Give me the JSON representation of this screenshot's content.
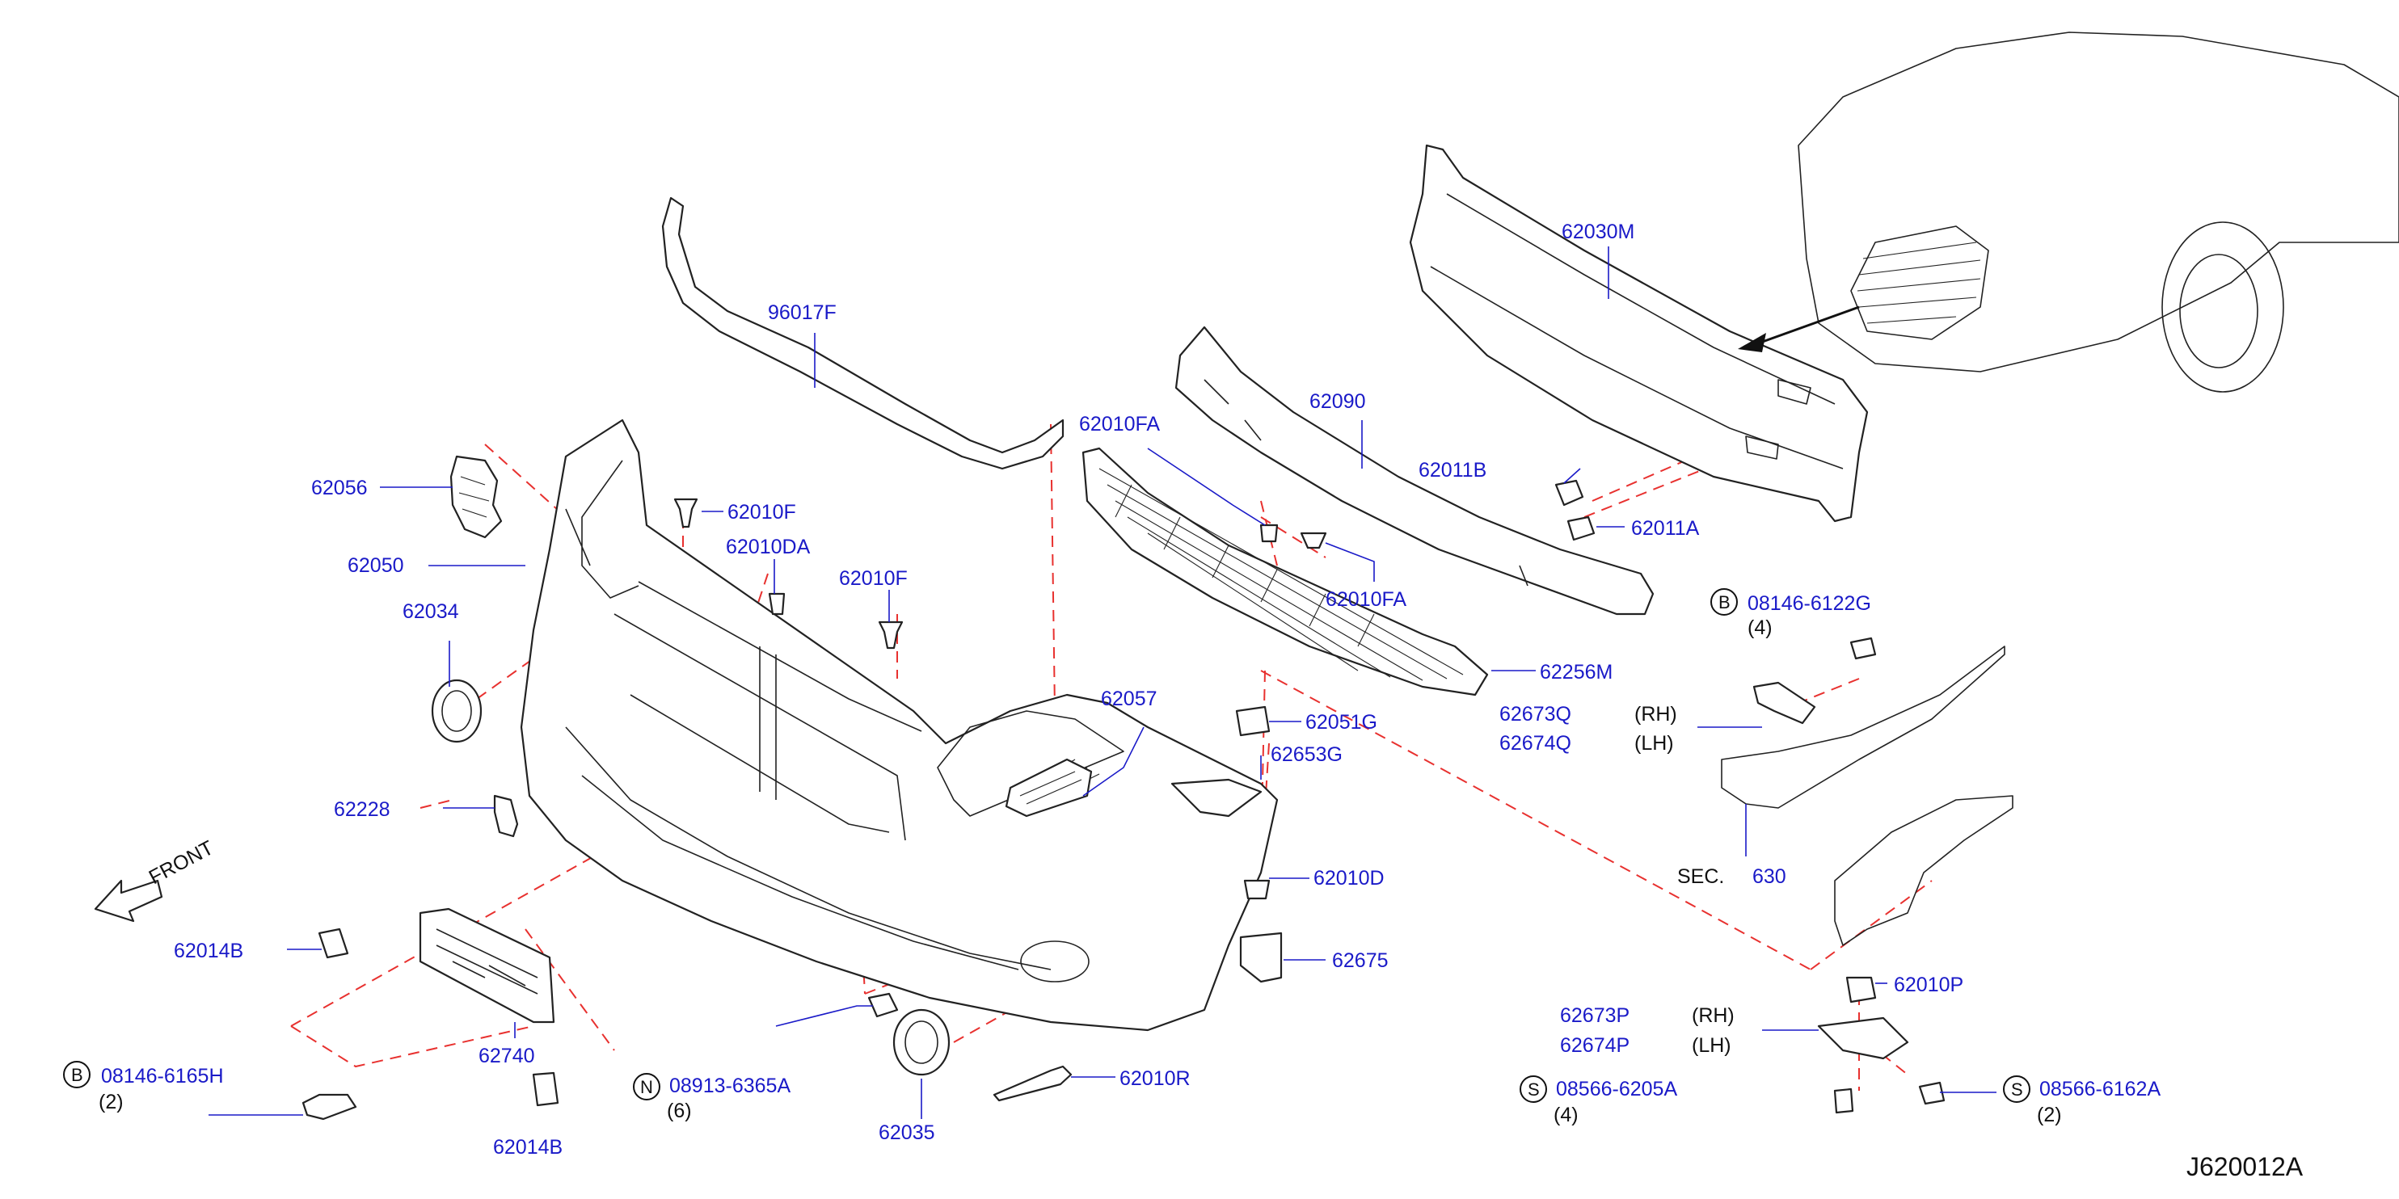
{
  "diagram_code": "J620012A",
  "front": {
    "label": "FRONT"
  },
  "section": {
    "label": "SEC.",
    "number": "630"
  },
  "symbols": {
    "b": "B",
    "n": "N",
    "s": "S"
  },
  "qualifiers": {
    "rh": "(RH)",
    "lh": "(LH)"
  },
  "parts": {
    "p96017F": "96017F",
    "p62056": "62056",
    "p62050": "62050",
    "p62034": "62034",
    "p62228": "62228",
    "p62014B_top": "62014B",
    "p62014B_bot": "62014B",
    "p62740": "62740",
    "p62010F_a": "62010F",
    "p62010DA": "62010DA",
    "p62010F_b": "62010F",
    "p62057": "62057",
    "p62035": "62035",
    "p62010R": "62010R",
    "p62010FA_a": "62010FA",
    "p62010FA_b": "62010FA",
    "p62090": "62090",
    "p62256M": "62256M",
    "p62051G": "62051G",
    "p62653G": "62653G",
    "p62010D": "62010D",
    "p62675": "62675",
    "p62030M": "62030M",
    "p62011B": "62011B",
    "p62011A": "62011A",
    "p62673Q": "62673Q",
    "p62674Q": "62674Q",
    "p62010P": "62010P",
    "p62673P": "62673P",
    "p62674P": "62674P",
    "bolt_0814_6165H": "08146-6165H",
    "bolt_0814_6165H_qty": "(2)",
    "nut_08913_6365A": "08913-6365A",
    "nut_08913_6365A_qty": "(6)",
    "bolt_08146_6122G": "08146-6122G",
    "bolt_08146_6122G_qty": "(4)",
    "screw_08566_6205A": "08566-6205A",
    "screw_08566_6205A_qty": "(4)",
    "screw_08566_6162A": "08566-6162A",
    "screw_08566_6162A_qty": "(2)"
  }
}
